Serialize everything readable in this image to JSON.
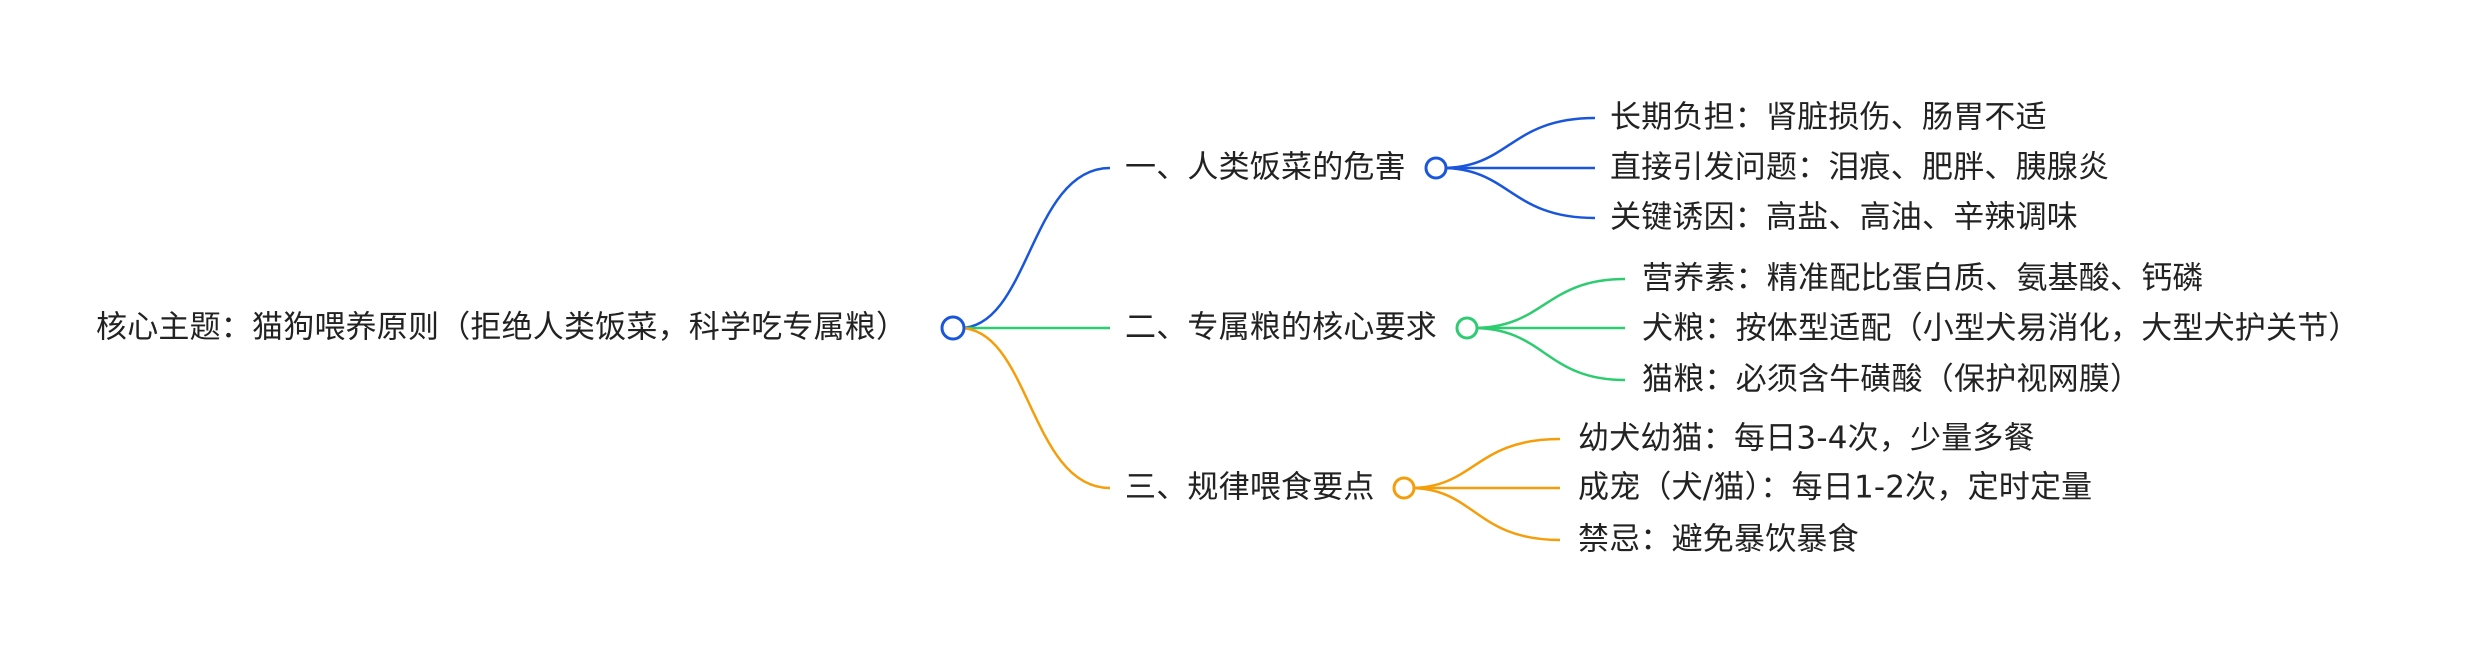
{
  "mindmap": {
    "root": {
      "label": "核心主题：猫狗喂养原则（拒绝人类饭菜，科学吃专属粮）",
      "color": "#1a56db"
    },
    "branches": [
      {
        "label": "一、人类饭菜的危害",
        "color": "#1a56db",
        "children": [
          "长期负担：肾脏损伤、肠胃不适",
          "直接引发问题：泪痕、肥胖、胰腺炎",
          "关键诱因：高盐、高油、辛辣调味"
        ]
      },
      {
        "label": "二、专属粮的核心要求",
        "color": "#2ecc71",
        "children": [
          "营养素：精准配比蛋白质、氨基酸、钙磷",
          "犬粮：按体型适配（小型犬易消化，大型犬护关节）",
          "猫粮：必须含牛磺酸（保护视网膜）"
        ]
      },
      {
        "label": "三、规律喂食要点",
        "color": "#f59e0b",
        "children": [
          "幼犬幼猫：每日3-4次，少量多餐",
          "成宠（犬/猫）：每日1-2次，定时定量",
          "禁忌：避免暴饮暴食"
        ]
      }
    ]
  }
}
